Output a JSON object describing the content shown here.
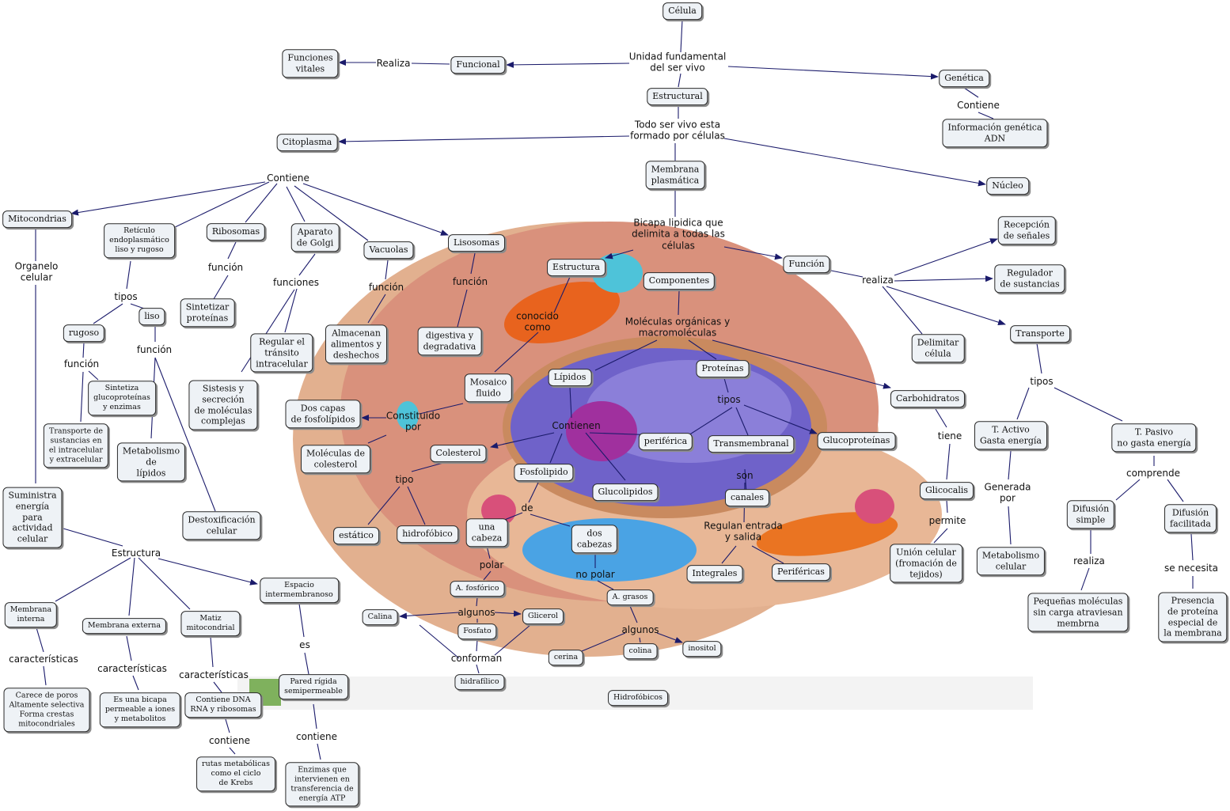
{
  "colors": {
    "node_fill": "#eef2f6",
    "edge": "#1b1b6b",
    "cell_body": "#d9917c",
    "cell_rim": "#e2b08f",
    "nucleus": "#6f62c9",
    "nucleolus": "#a0309e",
    "mitochondria": "#e8631e",
    "er": "#4aa3e4"
  },
  "concepts": {
    "celula": "Célula",
    "funcional": "Funcional",
    "funciones_vitales": "Funciones\nvitales",
    "genetica": "Genética",
    "estructural": "Estructural",
    "informacion_genetica": "Información genética\nADN",
    "citoplasma": "Citoplasma",
    "membrana_plasmatica": "Membrana\nplasmática",
    "nucleo": "Núcleo",
    "mitocondrias": "Mitocondrias",
    "reticulo": "Retículo\nendoplasmático\nliso y rugoso",
    "ribosomas": "Ribosomas",
    "aparato_golgi": "Aparato\nde Golgi",
    "vacuolas": "Vacuolas",
    "lisosomas": "Lisosomas",
    "estructura": "Estructura",
    "componentes": "Componentes",
    "funcion": "Función",
    "recepcion_senales": "Recepción\nde señales",
    "regulador_sustancias": "Regulador\nde sustancias",
    "delimitar_celula": "Delimitar\ncélula",
    "transporte": "Transporte",
    "rugoso": "rugoso",
    "liso": "liso",
    "sintetizar_proteinas": "Sintetizar\nproteínas",
    "regular_transito": "Regular el\ntránsito\nintracelular",
    "almacenan": "Almacenan\nalimentos y\ndeshechos",
    "digestiva": "digestiva y\ndegradativa",
    "mosaico_fluido": "Mosaico\nfluido",
    "lipidos": "Lípidos",
    "proteinas": "Proteínas",
    "carbohidratos": "Carbohidratos",
    "sintetiza_gluco": "Sintetiza\nglucoproteínas\ny enzimas",
    "transporte_sustancias": "Transporte de\nsustancias en\nel intracelular\ny extracelular",
    "metabolismo_lipidos": "Metabolismo\nde\nlípidos",
    "sintesis_secrecion": "Sistesis y\nsecreción\nde moléculas\ncomplejas",
    "dos_capas": "Dos capas\nde fosfolípidos",
    "moleculas_colesterol": "Moléculas de\ncolesterol",
    "colesterol": "Colesterol",
    "periferica": "periférica",
    "transmembranal": "Transmembranal",
    "glucoproteinas": "Glucoproteínas",
    "glicocalis": "Glicocalis",
    "t_activo": "T. Activo\nGasta energía",
    "t_pasivo": "T. Pasivo\nno gasta energía",
    "fosfolipido": "Fosfolipido",
    "glucolipidos": "Glucolipidos",
    "canales": "canales",
    "suministra": "Suministra\nenergía\npara\nactividad\ncelular",
    "destoxificacion": "Destoxificación\ncelular",
    "estatico": "estático",
    "hidrofobico": "hidrofóbico",
    "una_cabeza": "una\ncabeza",
    "dos_cabezas": "dos\ncabezas",
    "union_celular": "Unión celular\n(fromación de\ntejidos)",
    "metabolismo_celular": "Metabolismo\ncelular",
    "difusion_simple": "Difusión\nsimple",
    "difusion_facilitada": "Difusión\nfacilitada",
    "integrales": "Integrales",
    "perifericas": "Periféricas",
    "espacio_intermembranoso": "Espacio\nintermembranoso",
    "membrana_interna": "Membrana\ninterna",
    "membrana_externa": "Membrana externa",
    "matiz_mitocondrial": "Matiz\nmitocondrial",
    "a_fosforico": "A. fosfórico",
    "a_grasos": "A. grasos",
    "calina": "Calina",
    "glicerol": "Glicerol",
    "fosfato": "Fosfato",
    "cerina": "cerina",
    "colina": "colina",
    "inositol": "inositol",
    "hidrafilico": "hidrafílico",
    "hidrofobicos": "Hidrofóbicos",
    "pared_rigida": "Pared rígida\nsemipermeable",
    "pequenas_moleculas": "Pequeñas moléculas\nsin carga atraviesan\nmembrna",
    "presencia_proteina": "Presencia\nde proteína\nespecial de\nla membrana",
    "carece_poros": "Carece de poros\nAltamente selectiva\nForma crestas\nmitocondriales",
    "bicapa_permeable": "Es una bicapa\npermeable a iones\ny metabolitos",
    "contiene_dna": "Contiene DNA\nRNA y ribosomas",
    "rutas_metabolicas": "rutas metabólicas\ncomo el ciclo\nde Krebs",
    "enzimas": "Enzimas que\nintervienen en\ntransferencia de\nenergía ATP"
  },
  "links": {
    "unidad_fundamental": "Unidad fundamental\ndel ser vivo",
    "realiza_1": "Realiza",
    "contiene_gen": "Contiene",
    "todo_ser_vivo": "Todo ser vivo esta\nformado por células",
    "contiene_cit": "Contiene",
    "bicapa": "Bicapa lipidica que\ndelimita a todas las\ncélulas",
    "organelo": "Organelo\ncelular",
    "tipos_re": "tipos",
    "funcion_rib": "función",
    "funciones_golgi": "funciones",
    "funcion_vac": "función",
    "funcion_lis": "función",
    "conocido_como": "conocido\ncomo",
    "moleculas_organicas": "Moléculas orgánicas y\nmacromoléculas",
    "realiza_2": "realiza",
    "funcion_rug": "función",
    "funcion_liso": "función",
    "constituido": "Constituido\npor",
    "contienen": "Contienen",
    "tipos_prot": "tipos",
    "tiene": "tiene",
    "tipos_trans": "tipos",
    "comprende": "comprende",
    "tipo_col": "tipo",
    "de": "de",
    "son": "son",
    "permite": "permite",
    "generada_por": "Generada\npor",
    "regulan": "Regulan entrada\ny salida",
    "estructura_mit": "Estructura",
    "polar": "polar",
    "no_polar": "no polar",
    "realiza_3": "realiza",
    "se_necesita": "se necesita",
    "algunos_1": "algunos",
    "algunos_2": "algunos",
    "conforman": "conforman",
    "es": "es",
    "caracteristicas_1": "características",
    "caracteristicas_2": "características",
    "caracteristicas_3": "características",
    "contiene_1": "contiene",
    "contiene_2": "contiene"
  }
}
